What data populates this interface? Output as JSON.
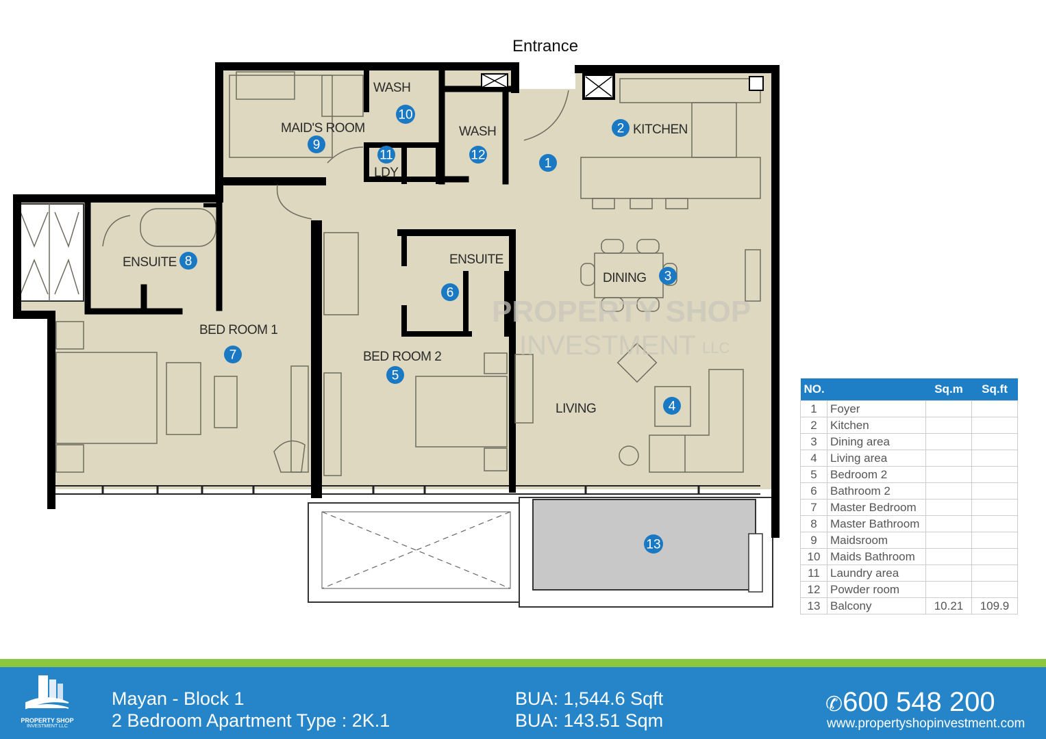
{
  "entrance_label": "Entrance",
  "rooms": {
    "kitchen": "KITCHEN",
    "maids_room": "MAID'S ROOM",
    "wash_maid": "WASH",
    "wash_powder": "WASH",
    "laundry": "LDY",
    "ensuite_master": "ENSUITE",
    "ensuite_bed2": "ENSUITE",
    "dining": "DINING",
    "bedroom1": "BED ROOM 1",
    "bedroom2": "BED ROOM 2",
    "living": "LIVING"
  },
  "markers": [
    "1",
    "2",
    "3",
    "4",
    "5",
    "6",
    "7",
    "8",
    "9",
    "10",
    "11",
    "12",
    "13"
  ],
  "watermark": {
    "line1": "PROPERTY SHOP",
    "line2": "INVESTMENT",
    "suffix": "LLC"
  },
  "colors": {
    "floor": "#ddd8bf",
    "marker": "#1b79c3",
    "footer_blue": "#2585c8",
    "footer_green": "#8cc63e",
    "balcony": "#c8c8c8"
  },
  "table": {
    "headers": [
      "NO.",
      "Sq.m",
      "Sq.ft"
    ],
    "rows": [
      {
        "no": "1",
        "name": "Foyer",
        "sqm": "",
        "sqft": ""
      },
      {
        "no": "2",
        "name": "Kitchen",
        "sqm": "",
        "sqft": ""
      },
      {
        "no": "3",
        "name": "Dining area",
        "sqm": "",
        "sqft": ""
      },
      {
        "no": "4",
        "name": "Living  area",
        "sqm": "",
        "sqft": ""
      },
      {
        "no": "5",
        "name": "Bedroom 2",
        "sqm": "",
        "sqft": ""
      },
      {
        "no": "6",
        "name": "Bathroom 2",
        "sqm": "",
        "sqft": ""
      },
      {
        "no": "7",
        "name": "Master Bedroom",
        "sqm": "",
        "sqft": ""
      },
      {
        "no": "8",
        "name": "Master Bathroom",
        "sqm": "",
        "sqft": ""
      },
      {
        "no": "9",
        "name": "Maidsroom",
        "sqm": "",
        "sqft": ""
      },
      {
        "no": "10",
        "name": "Maids Bathroom",
        "sqm": "",
        "sqft": ""
      },
      {
        "no": "11",
        "name": "Laundry area",
        "sqm": "",
        "sqft": ""
      },
      {
        "no": "12",
        "name": "Powder room",
        "sqm": "",
        "sqft": ""
      },
      {
        "no": "13",
        "name": "Balcony",
        "sqm": "10.21",
        "sqft": "109.9"
      }
    ]
  },
  "footer": {
    "logo_line1": "PROPERTY SHOP",
    "logo_line2": "INVESTMENT LLC",
    "project": "Mayan - Block 1",
    "unit_type": "2 Bedroom Apartment Type : 2K.1",
    "bua_sqft": "BUA: 1,544.6 Sqft",
    "bua_sqm": "BUA: 143.51 Sqm",
    "phone": "600 548 200",
    "website": "www.propertyshopinvestment.com"
  }
}
